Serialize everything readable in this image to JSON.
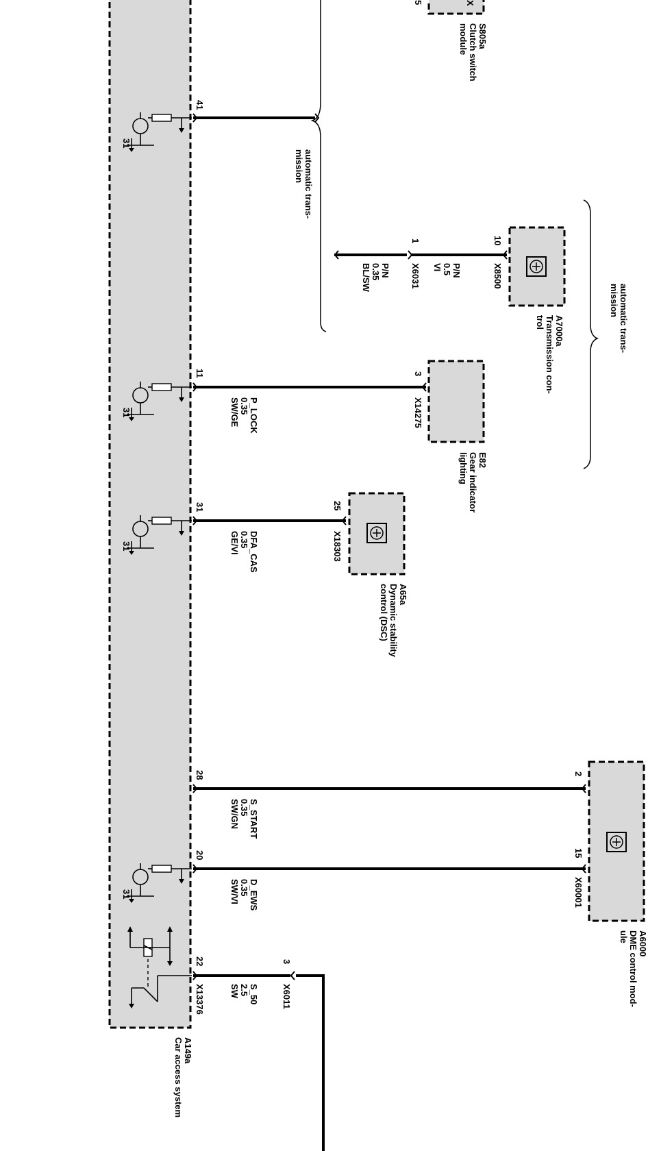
{
  "components": {
    "cas": {
      "id": "A149a",
      "name": "Car access system",
      "connector": "X13376"
    },
    "clutch": {
      "id": "S805a",
      "name_1": "Clutch switch",
      "name_2": "module",
      "top_pin_1": "X",
      "top_pin_2": "5"
    },
    "trans_ctrl": {
      "id": "A7000a",
      "name_1": "Transmission con-",
      "name_2": "trol",
      "connector": "X8500",
      "pin": "10"
    },
    "gear_ind": {
      "id": "E82",
      "name_1": "Gear indicator",
      "name_2": "lighting",
      "connector": "X14275",
      "pin": "3"
    },
    "dsc": {
      "id": "A65a",
      "name_1": "Dynamic stability",
      "name_2": "control (DSC)",
      "connector": "X18303",
      "pin": "25"
    },
    "dme": {
      "id": "A6000",
      "name_1": "DME control mod-",
      "name_2": "ule",
      "connector": "X60001",
      "pin_a": "2",
      "pin_b": "15"
    }
  },
  "notes": {
    "auto_trans_left_1": "automatic trans-",
    "auto_trans_left_2": "mission",
    "auto_trans_right_1": "automatic trans-",
    "auto_trans_right_2": "mission"
  },
  "wires": {
    "w41": {
      "pin": "41"
    },
    "w10": {
      "connector": "X6031",
      "pin": "1",
      "seg1": [
        "P/N",
        "0.5",
        "VI"
      ],
      "seg2": [
        "P/N",
        "0.35",
        "BL/SW"
      ]
    },
    "w11": {
      "pin": "11",
      "signal": [
        "P_LOCK",
        "0.35",
        "SW/GE"
      ]
    },
    "w31": {
      "pin": "31",
      "signal": [
        "DFA_CAS",
        "0.35",
        "GE/VI"
      ]
    },
    "w28": {
      "pin": "28",
      "signal": [
        "S_START",
        "0.35",
        "SW/GN"
      ]
    },
    "w20": {
      "pin": "20",
      "signal": [
        "D_EWS",
        "0.35",
        "SW/VI"
      ]
    },
    "w22": {
      "pin": "22",
      "connector": "X6011",
      "far_pin": "3",
      "signal": [
        "S_50",
        "2.5",
        "SW"
      ]
    }
  },
  "ground_label": "31"
}
